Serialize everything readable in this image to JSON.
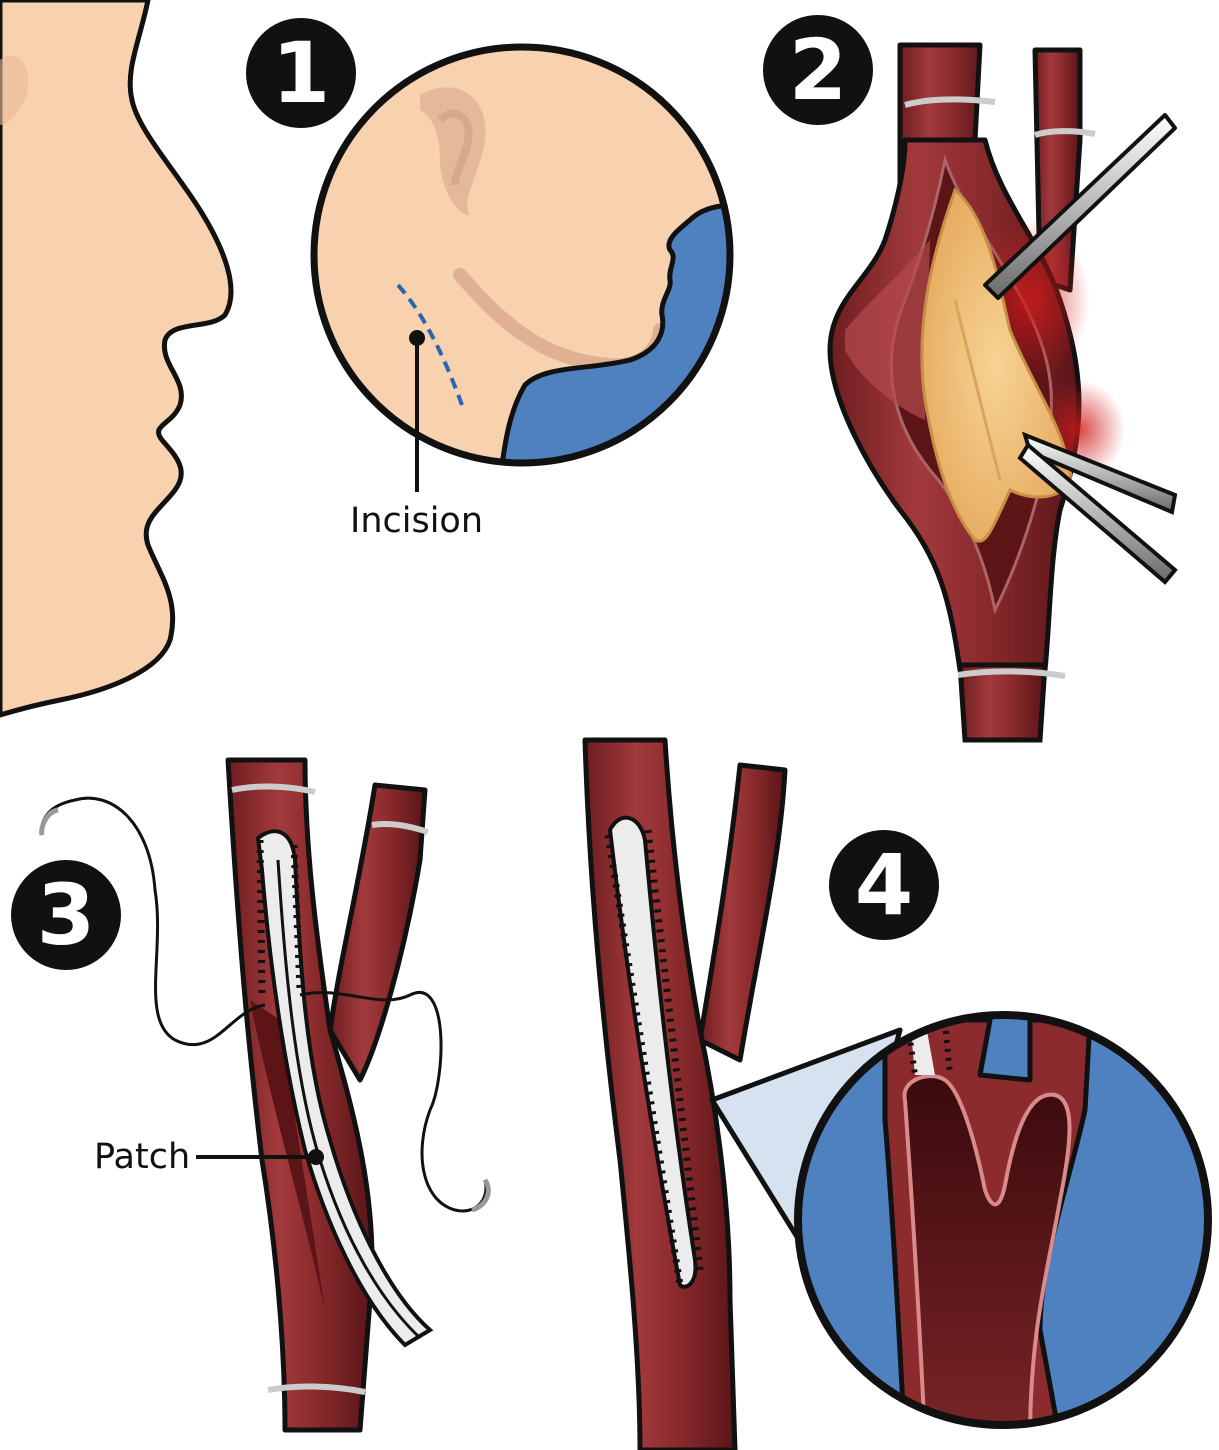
{
  "figure": {
    "subject": "carotid endarterectomy procedure",
    "colors": {
      "skin": "#f8d2ae",
      "skin_shadow": "#e9b99a",
      "artery": "#8c2b2e",
      "artery_light": "#b44a4c",
      "artery_dark": "#4a0f12",
      "plaque": "#f2c27a",
      "patch": "#ececec",
      "zoom_background": "#4f81c0",
      "incision_line": "#2a66b0",
      "outline": "#111111"
    }
  },
  "steps": [
    {
      "number": "1"
    },
    {
      "number": "2"
    },
    {
      "number": "3"
    },
    {
      "number": "4"
    }
  ],
  "labels": {
    "incision": "Incision",
    "patch": "Patch"
  }
}
